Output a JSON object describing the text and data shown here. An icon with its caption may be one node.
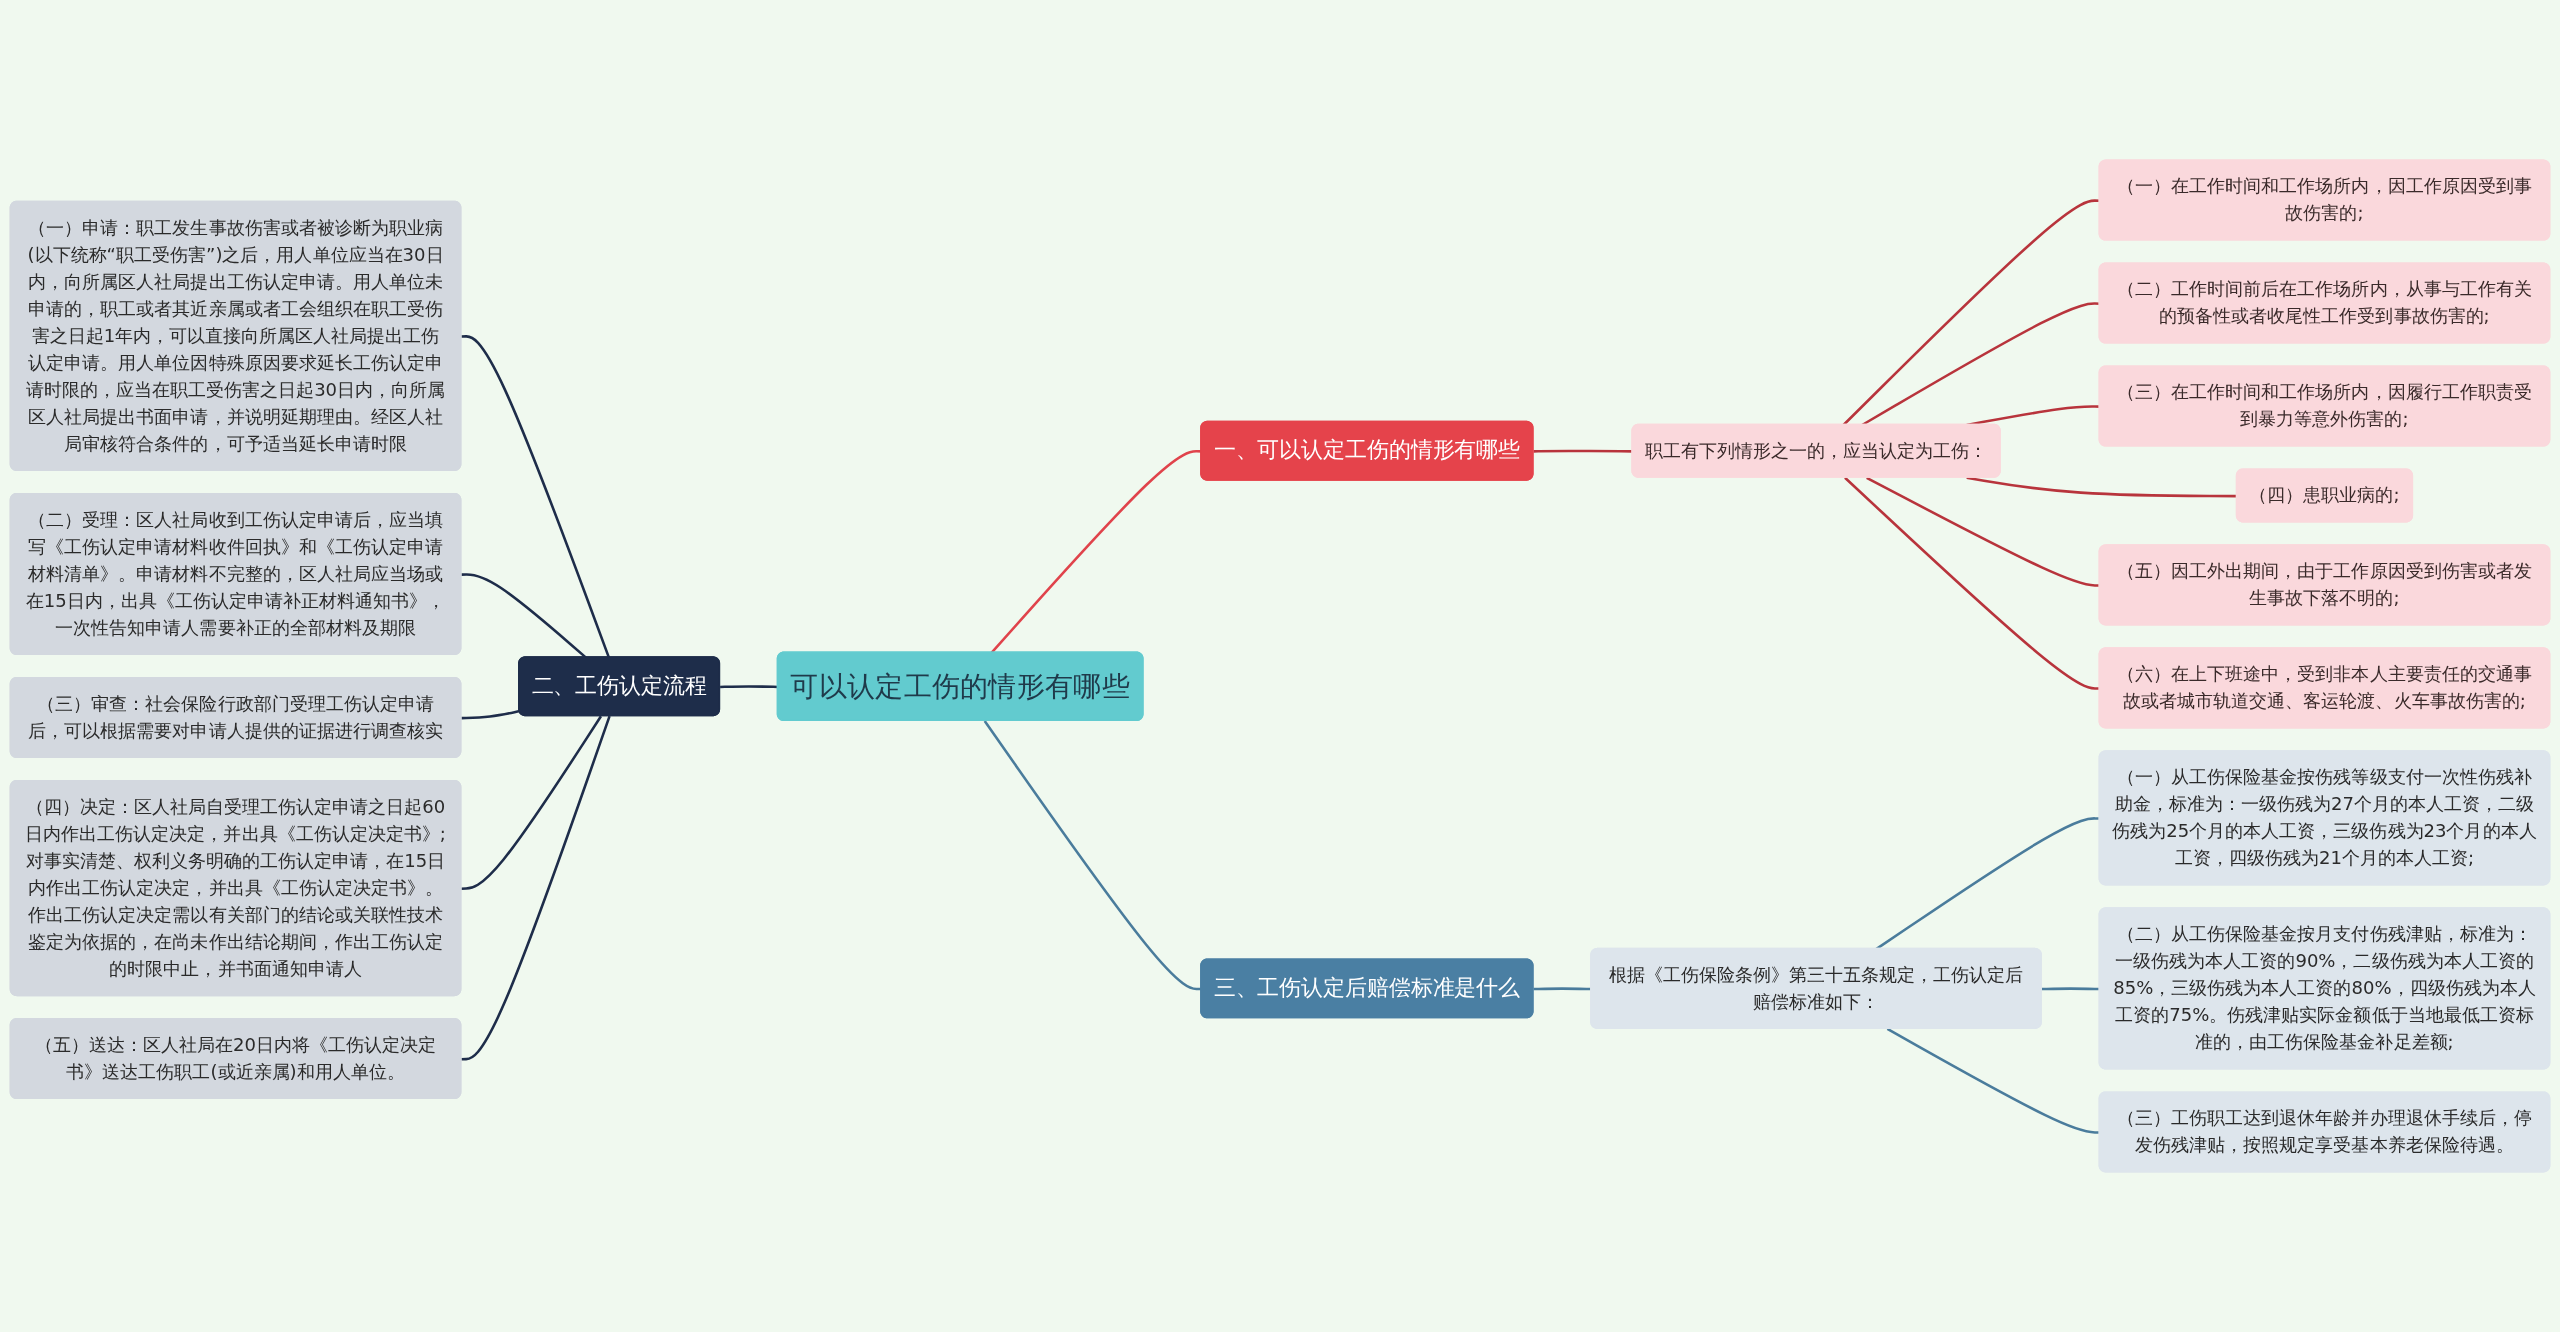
{
  "diagram": {
    "nodes": [
      {
        "text": [
          "可以认定工伤的情形有哪些"
        ]
      },
      {
        "text": [
          "一、可以认定工伤的情形有哪些"
        ]
      },
      {
        "text": [
          "职工有下列情形之一的，应当认定为工伤："
        ]
      },
      {
        "text": [
          "（一）在工作时间和工作场所内，因工作原因受到事故伤害的;"
        ]
      },
      {
        "text": [
          "（二）工作时间前后在工作场所内，从事与工作有关的预备性或者收尾性工作受到事故伤害的;"
        ]
      },
      {
        "text": [
          "（三）在工作时间和工作场所内，因履行工作职责受到暴力等意外伤害的;"
        ]
      },
      {
        "text": [
          "（四）患职业病的;"
        ]
      },
      {
        "text": [
          "（五）因工外出期间，由于工作原因受到伤害或者发生事故下落不明的;"
        ]
      },
      {
        "text": [
          "（六）在上下班途中，受到非本人主要责任的交通事故或者城市轨道交通、客运轮渡、火车事故伤害的;"
        ]
      },
      {
        "text": [
          "二、工伤认定流程"
        ]
      },
      {
        "text": [
          "（一）申请：职工发生事故伤害或者被诊断为职业病(以下统称“职工受伤害”)之后，用人单位应当在30日内，向所属区人社局提出工伤认定申请。用人单位未申请的，职工或者其近亲属或者工会组织在职工受伤害之日起1年内，可以直接向所属区人社局提出工伤认定申请。用人单位因特殊原因要求延长工伤认定申请时限的，应当在职工受伤害之日起30日内，向所属区人社局提出书面申请，并说明延期理由。经区人社局审核符合条件的，可予适当延长申请时限"
        ]
      },
      {
        "text": [
          "（二）受理：区人社局收到工伤认定申请后，应当填写《工伤认定申请材料收件回执》和《工伤认定申请材料清单》。申请材料不完整的，区人社局应当场或在15日内，出具《工伤认定申请补正材料通知书》，一次性告知申请人需要补正的全部材料及期限"
        ]
      },
      {
        "text": [
          "（三）审查：社会保险行政部门受理工伤认定申请后，可以根据需要对申请人提供的证据进行调查核实"
        ]
      },
      {
        "text": [
          "（四）决定：区人社局自受理工伤认定申请之日起60日内作出工伤认定决定，并出具《工伤认定决定书》;对事实清楚、权利义务明确的工伤认定申请，在15日内作出工伤认定决定，并出具《工伤认定决定书》。作出工伤认定决定需以有关部门的结论或关联性技术鉴定为依据的，在尚未作出结论期间，作出工伤认定的时限中止，并书面通知申请人"
        ]
      },
      {
        "text": [
          "（五）送达：区人社局在20日内将《工伤认定决定书》送达工伤职工(或近亲属)和用人单位。"
        ]
      },
      {
        "text": [
          "三、工伤认定后赔偿标准是什么"
        ]
      },
      {
        "text": [
          "根据《工伤保险条例》第三十五条规定，工伤认定后赔偿标准如下："
        ]
      },
      {
        "text": [
          "（一）从工伤保险基金按伤残等级支付一次性伤残补助金，标准为：一级伤残为27个月的本人工资，二级伤残为25个月的本人工资，三级伤残为23个月的本人工资，四级伤残为21个月的本人工资;"
        ]
      },
      {
        "text": [
          "（二）从工伤保险基金按月支付伤残津贴，标准为：一级伤残为本人工资的90%，二级伤残为本人工资的85%，三级伤残为本人工资的80%，四级伤残为本人工资的75%。伤残津贴实际金额低于当地最低工资标准的，由工伤保险基金补足差额;"
        ]
      },
      {
        "text": [
          "（三）工伤职工达到退休年龄并办理退休手续后，停发伤残津贴，按照规定享受基本养老保险待遇。"
        ]
      }
    ],
    "edges": [
      {
        "from": 0,
        "to": 1,
        "arrow": "none",
        "color": "#e0434b"
      },
      {
        "from": 1,
        "to": 2,
        "arrow": "none",
        "color": "#b8343c"
      },
      {
        "from": 2,
        "to": 3,
        "arrow": "none",
        "color": "#b8343c"
      },
      {
        "from": 2,
        "to": 4,
        "arrow": "none",
        "color": "#b8343c"
      },
      {
        "from": 2,
        "to": 5,
        "arrow": "none",
        "color": "#b8343c"
      },
      {
        "from": 2,
        "to": 6,
        "arrow": "none",
        "color": "#b8343c"
      },
      {
        "from": 2,
        "to": 7,
        "arrow": "none",
        "color": "#b8343c"
      },
      {
        "from": 2,
        "to": 8,
        "arrow": "none",
        "color": "#b8343c"
      },
      {
        "from": 0,
        "to": 9,
        "arrow": "none",
        "color": "#1e2d4a"
      },
      {
        "from": 9,
        "to": 10,
        "arrow": "none",
        "color": "#1e2d4a"
      },
      {
        "from": 9,
        "to": 11,
        "arrow": "none",
        "color": "#1e2d4a"
      },
      {
        "from": 9,
        "to": 12,
        "arrow": "none",
        "color": "#1e2d4a"
      },
      {
        "from": 9,
        "to": 13,
        "arrow": "none",
        "color": "#1e2d4a"
      },
      {
        "from": 9,
        "to": 14,
        "arrow": "none",
        "color": "#1e2d4a"
      },
      {
        "from": 0,
        "to": 15,
        "arrow": "none",
        "color": "#4a7c9c"
      },
      {
        "from": 15,
        "to": 16,
        "arrow": "none",
        "color": "#4a7c9c"
      },
      {
        "from": 16,
        "to": 17,
        "arrow": "none",
        "color": "#4a7c9c"
      },
      {
        "from": 16,
        "to": 18,
        "arrow": "none",
        "color": "#4a7c9c"
      },
      {
        "from": 16,
        "to": 19,
        "arrow": "none",
        "color": "#4a7c9c"
      }
    ]
  }
}
